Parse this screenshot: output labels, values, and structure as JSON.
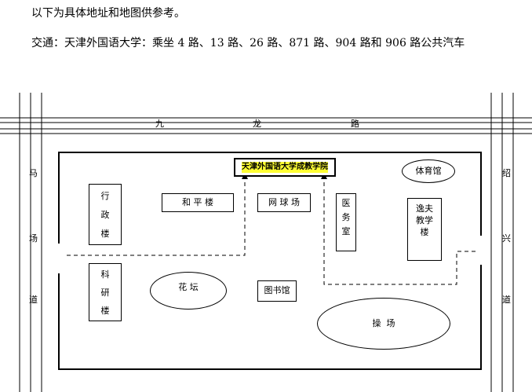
{
  "intro": {
    "line1": "以下为具体地址和地图供参考。",
    "line2": "交通：天津外国语大学：乘坐 4 路、13 路、26 路、871 路、904 路和 906 路公共汽车"
  },
  "map": {
    "roads": {
      "top": [
        "九",
        "龙",
        "路"
      ],
      "left": [
        "马",
        "场",
        "道"
      ],
      "right": [
        "绍",
        "兴",
        "道"
      ]
    },
    "buildings": {
      "admin": [
        "行",
        "政",
        "楼"
      ],
      "research": [
        "科",
        "研",
        "楼"
      ],
      "heping": "和 平 楼",
      "tennis": "网 球 场",
      "clinic": [
        "医",
        "务",
        "室"
      ],
      "yifu": [
        "逸夫",
        "教学",
        "楼"
      ],
      "gym": "体育馆",
      "garden": "花 坛",
      "library": "图书馆",
      "playground": "操  场",
      "target": "天津外国语大学成教学院"
    },
    "colors": {
      "highlight": "#ffff33"
    }
  }
}
